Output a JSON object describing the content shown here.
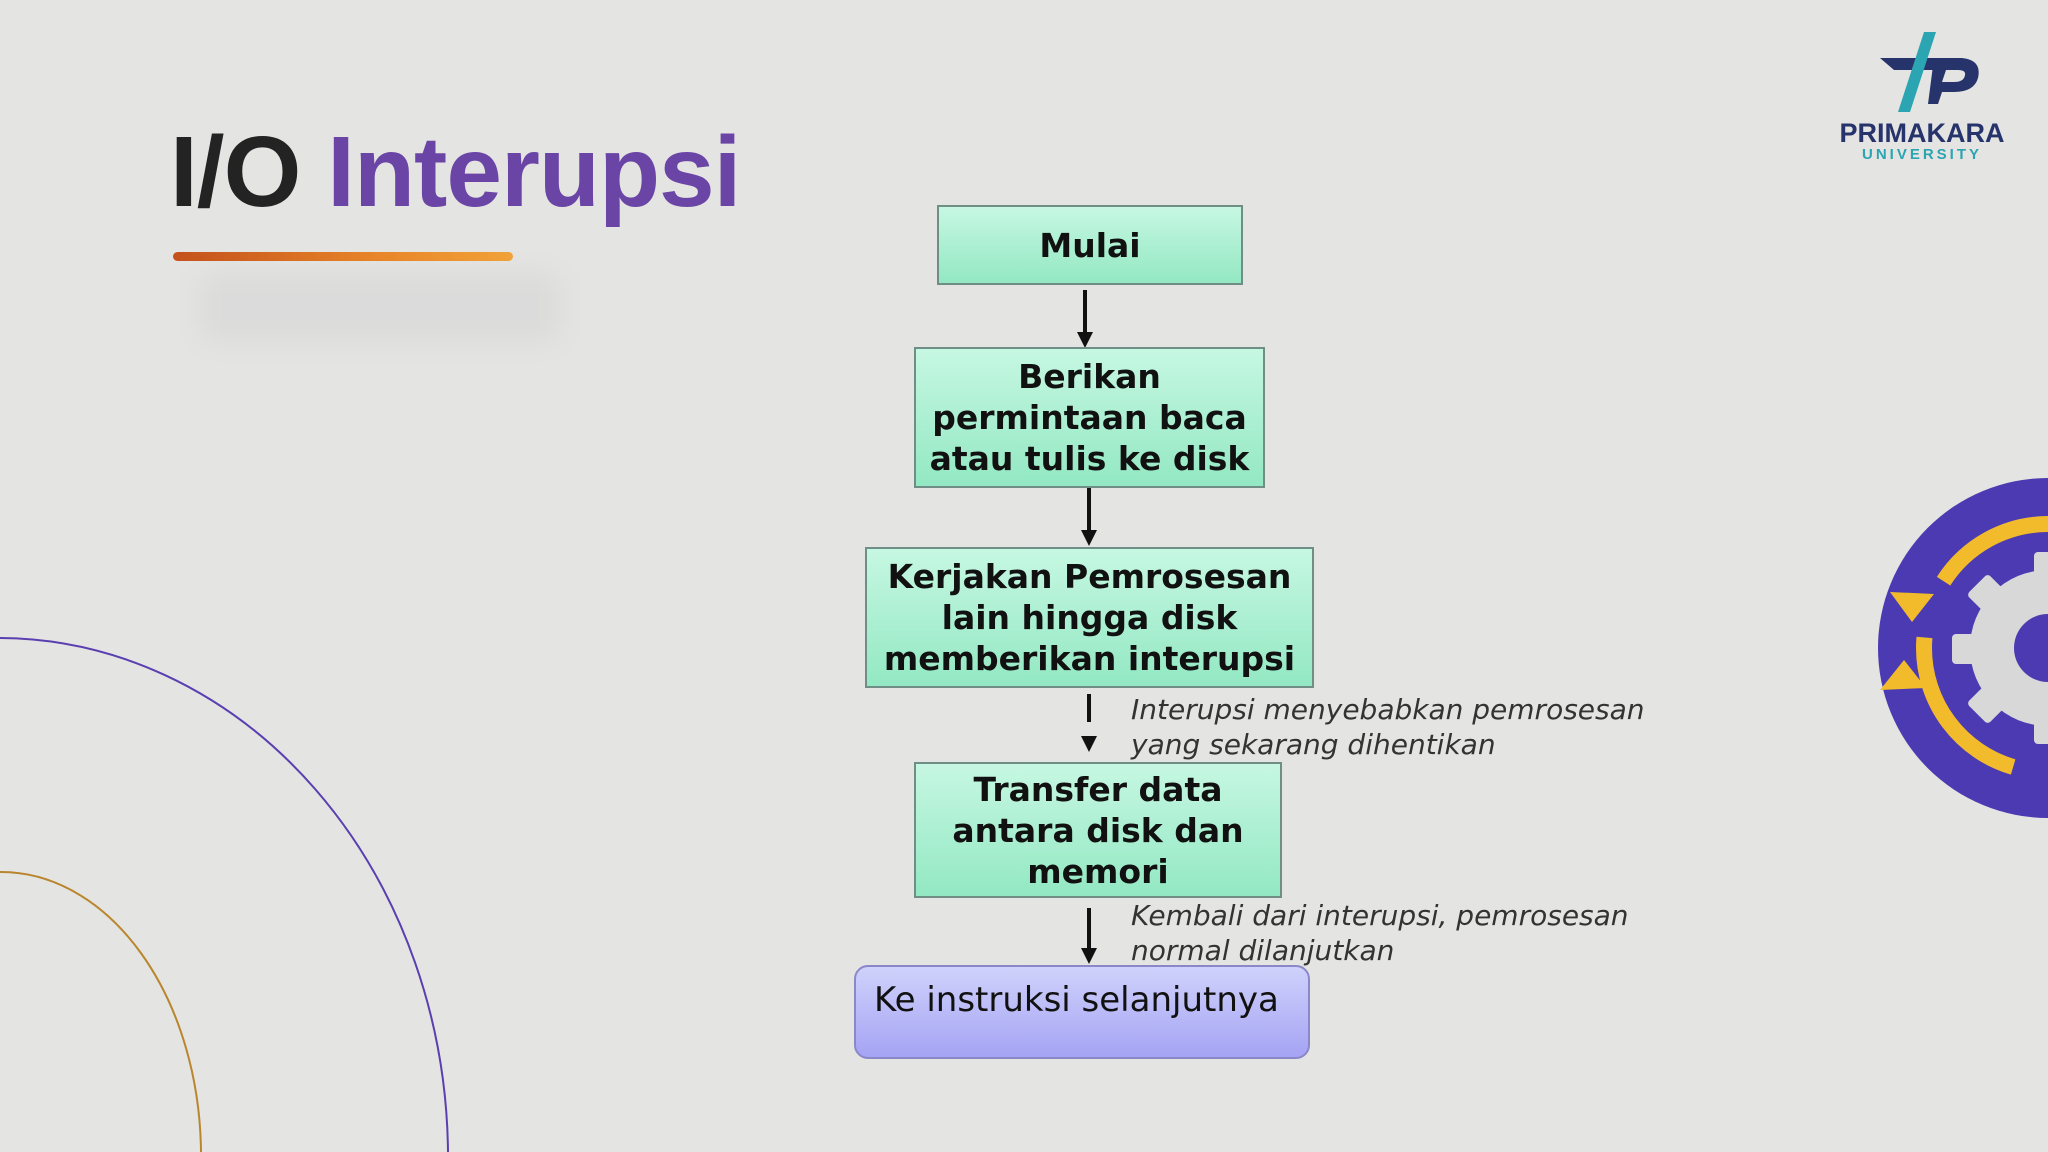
{
  "slide": {
    "title_part1": "I/O",
    "title_part2": "Interupsi"
  },
  "logo": {
    "name": "PRIMAKARA",
    "subtitle": "UNIVERSITY"
  },
  "colors": {
    "title_dark": "#232323",
    "title_accent": "#6a45a6",
    "process_box": "#a8edd0",
    "end_box": "#b5b6f7",
    "logo_navy": "#27336b",
    "logo_teal": "#2aa5b1"
  },
  "flowchart": {
    "steps": [
      {
        "id": "start",
        "label": "Mulai"
      },
      {
        "id": "request",
        "label_lines": [
          "Berikan",
          "permintaan baca",
          "atau tulis ke disk"
        ]
      },
      {
        "id": "process",
        "label_lines": [
          "Kerjakan Pemrosesan",
          "lain hingga disk",
          "memberikan interupsi"
        ]
      },
      {
        "id": "transfer",
        "label_lines": [
          "Transfer data",
          "antara disk dan",
          "memori"
        ]
      },
      {
        "id": "next",
        "label": "Ke instruksi selanjutnya"
      }
    ],
    "notes": [
      {
        "lines": [
          "Interupsi menyebabkan pemrosesan",
          "yang sekarang dihentikan"
        ]
      },
      {
        "lines": [
          "Kembali dari interupsi, pemrosesan",
          "normal dilanjutkan"
        ]
      }
    ]
  }
}
